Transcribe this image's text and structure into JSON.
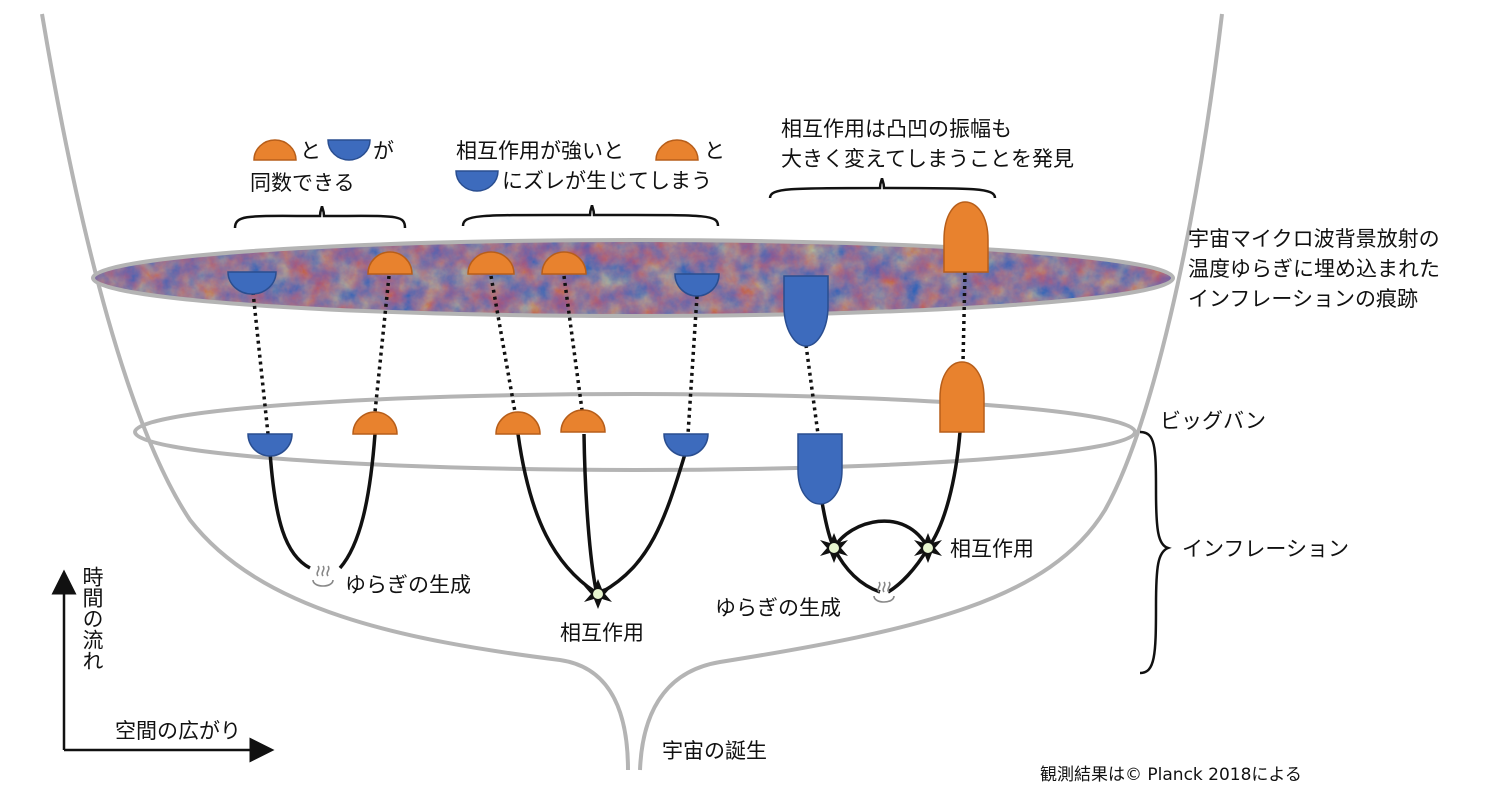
{
  "labels": {
    "group1_line1_connector": "と",
    "group1_line1_suffix": "が",
    "group1_line2": "同数できる",
    "group2_line1": "相互作用が強いと",
    "group2_line1_suffix": "と",
    "group2_line2": "にズレが生じてしまう",
    "group3_line1": "相互作用は凸凹の振幅も",
    "group3_line2": "大きく変えてしまうことを発見",
    "cmb_line1": "宇宙マイクロ波背景放射の",
    "cmb_line2": "温度ゆらぎに埋め込まれた",
    "cmb_line3": "インフレーションの痕跡",
    "big_bang": "ビッグバン",
    "inflation": "インフレーション",
    "fluct_gen_1": "ゆらぎの生成",
    "fluct_gen_2": "ゆらぎの生成",
    "interaction_1": "相互作用",
    "interaction_2": "相互作用",
    "time_axis": "時間の流れ",
    "space_axis": "空間の広がり",
    "birth": "宇宙の誕生",
    "credit": "観測結果は© Planck 2018による"
  },
  "colors": {
    "orange": "#e8822e",
    "blue": "#3d6bbd",
    "outline": "#b4b4b4",
    "line": "#111111"
  },
  "icons": {
    "steam": "steam-icon",
    "star": "interaction-star-icon"
  }
}
